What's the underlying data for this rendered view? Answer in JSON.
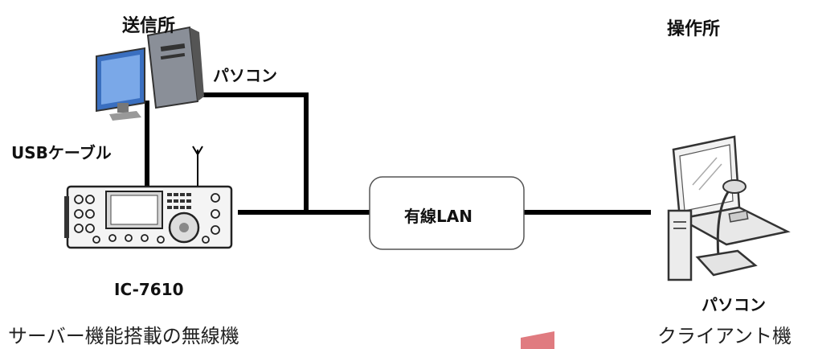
{
  "labels": {
    "send_site": "送信所",
    "operation_site": "操作所",
    "pc_top": "パソコン",
    "usb_cable": "USBケーブル",
    "wired_lan": "有線LAN",
    "radio_model": "IC-7610",
    "pc_right": "パソコン",
    "caption_left": "サーバー機能搭載の無線機",
    "caption_right": "クライアント機"
  },
  "colors": {
    "line": "#000000",
    "accent_mark": "#e07b80"
  }
}
